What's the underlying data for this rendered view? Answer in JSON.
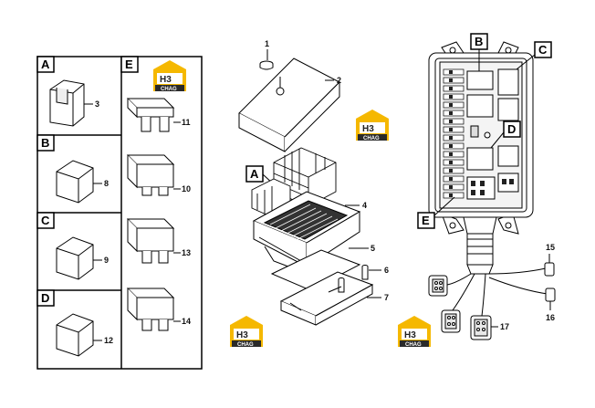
{
  "panels": {
    "left": [
      {
        "letter": "A",
        "part": "3"
      },
      {
        "letter": "B",
        "part": "8"
      },
      {
        "letter": "C",
        "part": "9"
      },
      {
        "letter": "D",
        "part": "12"
      }
    ],
    "right": {
      "letter": "E",
      "parts": [
        "11",
        "10",
        "13",
        "14"
      ]
    }
  },
  "logo": {
    "mark": "H3",
    "sub": "CHAG"
  },
  "main_assembly": {
    "callouts": [
      "1",
      "2",
      "4",
      "5",
      "6",
      "7"
    ],
    "box_label": "A"
  },
  "fuse_box": {
    "box_labels": [
      "B",
      "C",
      "D",
      "E"
    ],
    "callouts": [
      "15",
      "16",
      "17"
    ]
  },
  "colors": {
    "logo_yellow": "#f5b800",
    "logo_dark": "#2a2a2a",
    "line": "#000000"
  }
}
